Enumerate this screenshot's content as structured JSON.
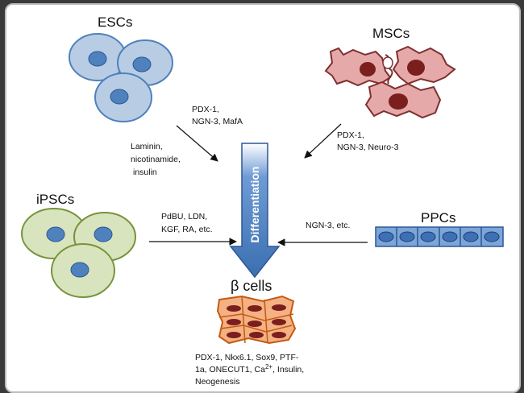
{
  "cells": {
    "escs": "ESCs",
    "mscs": "MSCs",
    "ipscs": "iPSCs",
    "ppcs": "PPCs",
    "beta": "β cells"
  },
  "center_arrow_label": "Differentiation",
  "factors": {
    "escs_top": [
      "PDX-1,",
      "NGN-3, MafA"
    ],
    "escs_left": [
      "Laminin,",
      "nicotinamide,",
      "insulin"
    ],
    "mscs": [
      "PDX-1,",
      "NGN-3, Neuro-3"
    ],
    "ipscs": [
      "PdBU, LDN,",
      "KGF, RA, etc."
    ],
    "ppcs": "NGN-3, etc."
  },
  "beta_markers": {
    "line1": "PDX-1, Nkx6.1, Sox9, PTF-",
    "line2_pre": "1a, ONECUT1, Ca",
    "line2_sup": "2+",
    "line2_post": ", Insulin,",
    "line3": "Neogenesis"
  },
  "colors": {
    "esc_fill": "#b8cce4",
    "esc_stroke": "#4f81bd",
    "nucleus_blue": "#4f81bd",
    "ipsc_fill": "#d7e4bd",
    "ipsc_stroke": "#77933c",
    "msc_fill": "#e6a9a9",
    "msc_stroke": "#7f2f2f",
    "nucleus_dark": "#7b1e1e",
    "ppc_fill": "#7aa7d8",
    "beta_fill": "#f4b183",
    "beta_stroke": "#c55a11",
    "arrow_fill": "#4a7ebb"
  }
}
